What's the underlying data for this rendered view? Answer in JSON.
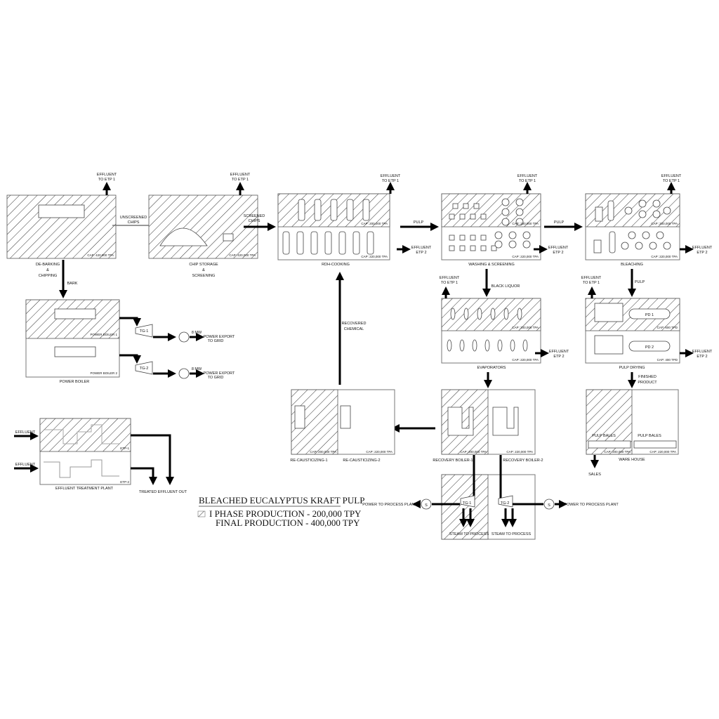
{
  "title": "BLEACHED EUCALYPTUS KRAFT PULP",
  "legend": {
    "phase1": "I PHASE PRODUCTION - 200,000 TPY",
    "final": "FINAL PRODUCTION - 400,000 TPY"
  },
  "common": {
    "effluent": "EFFLUENT",
    "to_etp1": "TO ETP 1",
    "etp2": "ETP 2"
  },
  "units": {
    "debarking": {
      "l1": "DE-BARKING",
      "l2": "&",
      "l3": "CHIPPING",
      "cap": "CAP: 420,000 TPA"
    },
    "chip_storage": {
      "l1": "CHIP STORAGE",
      "l2": "&",
      "l3": "SCREENING",
      "cap": "CAP: 420,000 TPA"
    },
    "rdh": {
      "label": "RDH-COOKING",
      "cap1": "CAP: 200,000 TPA",
      "cap2": "CAP: 220,000 TPA"
    },
    "washing": {
      "label": "WASHING & SCREENING",
      "cap1": "CAP: 200,000 TPA",
      "cap2": "CAP: 220,000 TPA"
    },
    "bleaching": {
      "label": "BLEACHING",
      "cap1": "CAP: 200,000 TPA",
      "cap2": "CAP: 220,000 TPA"
    },
    "evaporators": {
      "label": "EVAPORATORS",
      "cap1": "CAP: 200,000 TPA",
      "cap2": "CAP: 220,000 TPA"
    },
    "pulp_drying": {
      "label": "PULP DRYING",
      "pd1": "PD 1",
      "pd2": "PD 2",
      "cap1": "CAP: 600 TPD",
      "cap2": "CAP: 400 TPD"
    },
    "power_boiler": {
      "label": "POWER BOILER",
      "b1": "POWER BOILER 1",
      "b2": "POWER BOILER 2",
      "tg1": "TG-1",
      "tg2": "TG-2",
      "mw": "8 MW",
      "export1": "POWER EXPORT",
      "export2": "TO GRID"
    },
    "recaust": {
      "l1": "RE-CAUSTICIZING-1",
      "l2": "RE-CAUSTICIZING-2",
      "cap1": "CAP: 200,000 TPA",
      "cap2": "CAP: 220,000 TPA"
    },
    "recovery": {
      "l1": "RECOVERY BOILER-1",
      "l2": "RECOVERY BOILER-2",
      "cap1": "CAP: 200,000 TPA",
      "cap2": "CAP: 220,000 TPA"
    },
    "turbine": {
      "tg1": "TG-1",
      "tg2": "TG-2",
      "steam": "STEAM TO PROCESS",
      "power": "POWER TO PROCESS PLANT"
    },
    "warehouse": {
      "label": "WARE HOUSE",
      "bales": "PULP BALES",
      "cap1": "CAP: 200,000 TPA",
      "cap2": "CAP: 220,000 TPA"
    },
    "etp": {
      "label": "EFFLUENT TREATMENT PLANT",
      "etp1": "ETP-1",
      "etp2": "ETP-2",
      "out": "TREATED EFFLUENT OUT"
    }
  },
  "flows": {
    "unscreened1": "UNSCREENED",
    "unscreened2": "CHIPS",
    "screened1": "SCREENED",
    "screened2": "CHIPS",
    "pulp": "PULP",
    "bark": "BARK",
    "black_liquor": "BLACK LIQUOR",
    "recovered1": "RECOVERED",
    "recovered2": "CHEMICAL",
    "finished1": "FINISHED",
    "finished2": "PRODUCT",
    "sales": "SALES"
  }
}
